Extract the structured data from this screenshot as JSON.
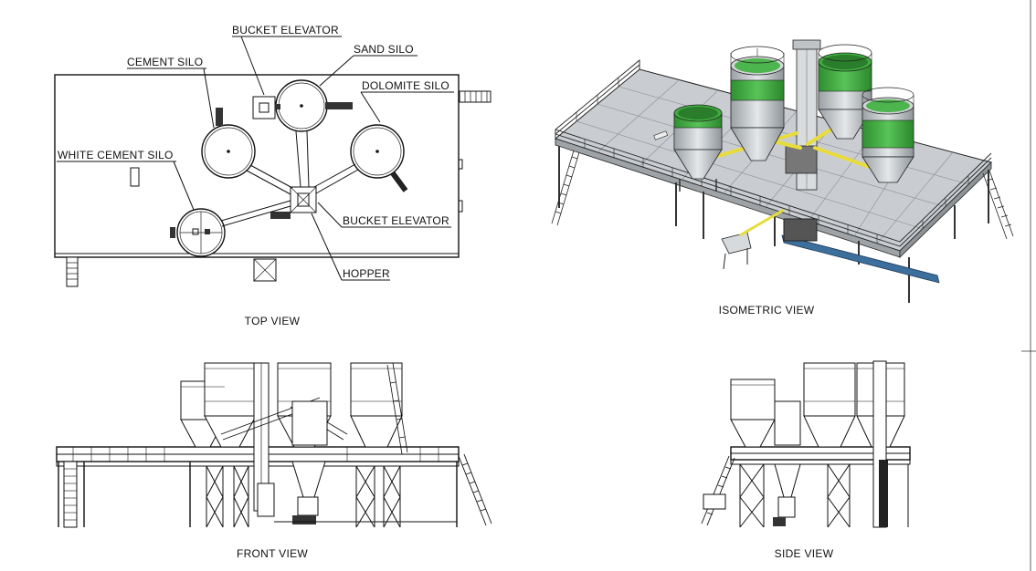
{
  "views": {
    "top": "TOP VIEW",
    "isometric": "ISOMETRIC VIEW",
    "front": "FRONT VIEW",
    "side": "SIDE VIEW"
  },
  "labels": {
    "bucket_elevator_top": "BUCKET ELEVATOR",
    "sand_silo": "SAND SILO",
    "cement_silo": "CEMENT SILO",
    "dolomite_silo": "DOLOMITE SILO",
    "white_cement_silo": "WHITE CEMENT SILO",
    "bucket_elevator_bottom": "BUCKET ELEVATOR",
    "hopper": "HOPPER"
  },
  "colors": {
    "silo_green": "#3aa83a",
    "silo_grey": "#c8cccf",
    "deck_grey": "#c9cdd1",
    "conveyor_yellow": "#e8dc3c",
    "screw_blue": "#3d6f9c",
    "line": "#111111"
  }
}
